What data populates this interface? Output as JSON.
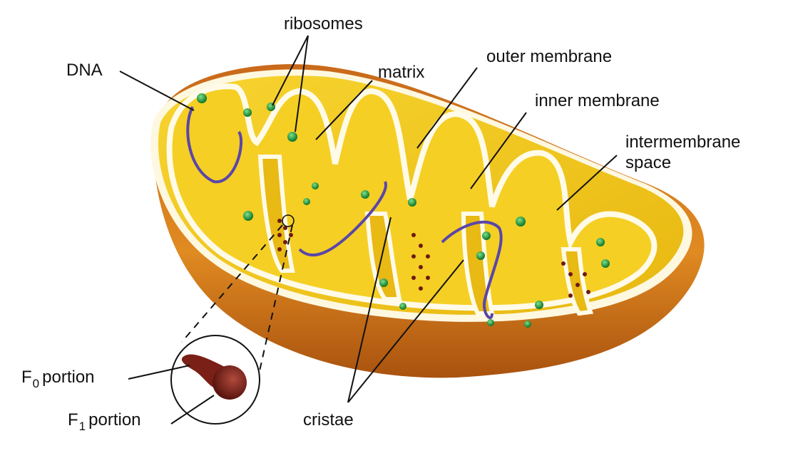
{
  "diagram": {
    "subject": "mitochondrion",
    "labels": {
      "ribosomes": "ribosomes",
      "dna": "DNA",
      "matrix": "matrix",
      "outer_membrane": "outer membrane",
      "inner_membrane": "inner membrane",
      "intermembrane_space_line1": "intermembrane",
      "intermembrane_space_line2": "space",
      "f0_letter": "F",
      "f0_sub": "0",
      "f0_rest": "portion",
      "f1_letter": "F",
      "f1_sub": "1",
      "f1_rest": "portion",
      "cristae": "cristae"
    },
    "colors": {
      "outer_shell": "#d9821e",
      "outer_shell_dark": "#9a4a10",
      "matrix_yellow": "#f2c81a",
      "membrane_white": "#fffbe8",
      "ribosome_green": "#1f9a3a",
      "dna_purple": "#5a46a8",
      "atp_synthase": "#6e1a12"
    }
  }
}
